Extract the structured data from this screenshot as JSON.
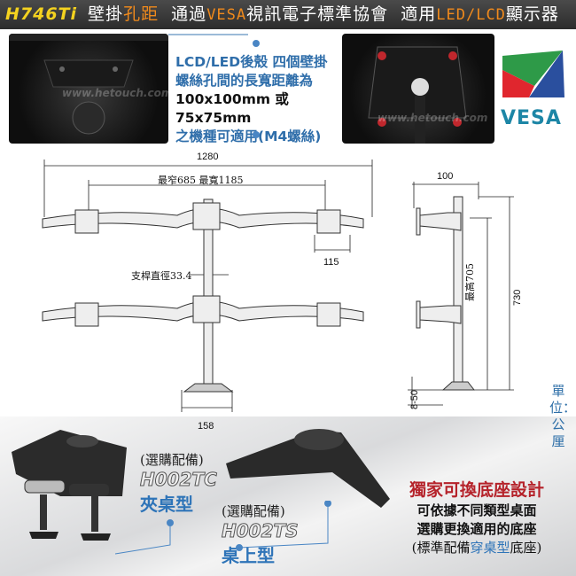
{
  "header": {
    "model": "H746Ti",
    "part1": "壁掛",
    "part1_hl": "孔距",
    "part2": "通過",
    "vesa": "VESA",
    "part3": "視訊電子標準協會",
    "part4": "適用",
    "led": "LED/LCD",
    "part5": "顯示器"
  },
  "watermark": "www.hetouch.com",
  "vesa_desc": {
    "line1": "LCD/LED後殼 四個壁掛",
    "line2": "螺絲孔間的長寬距離為",
    "line3": "100x100mm 或 75x75mm",
    "line4": "之機種可適用(M4螺絲)"
  },
  "vesa_logo": {
    "text": "VESA",
    "colors": {
      "green": "#2e9a48",
      "red": "#e0262e",
      "blue": "#2a4f9e",
      "text": "#1d86a6"
    }
  },
  "front_dims": {
    "total_width": "1280",
    "span": "最窄685 最寬1185",
    "plate": "115",
    "pole_diameter": "支桿直徑33.4",
    "base": "158"
  },
  "side_dims": {
    "depth": "100",
    "max_height": "最高705",
    "height": "730",
    "clamp": "8-50"
  },
  "unit": "單位：公厘",
  "options": [
    {
      "optional": "(選購配備)",
      "code": "H002TC",
      "type": "夾桌型"
    },
    {
      "optional": "(選購配備)",
      "code": "H002TS",
      "type": "桌上型"
    }
  ],
  "feature": {
    "title": "獨家可換底座設計",
    "line1": "可依據不同類型桌面",
    "line2": "選購更換適用的底座",
    "line3_a": "(標準配備",
    "line3_hl": "穿桌型",
    "line3_b": "底座)"
  },
  "colors": {
    "header_bg": "#333333",
    "accent_orange": "#f08a1c",
    "accent_yellow": "#f4d21f",
    "blue": "#2e74b8",
    "red": "#b5222a"
  }
}
